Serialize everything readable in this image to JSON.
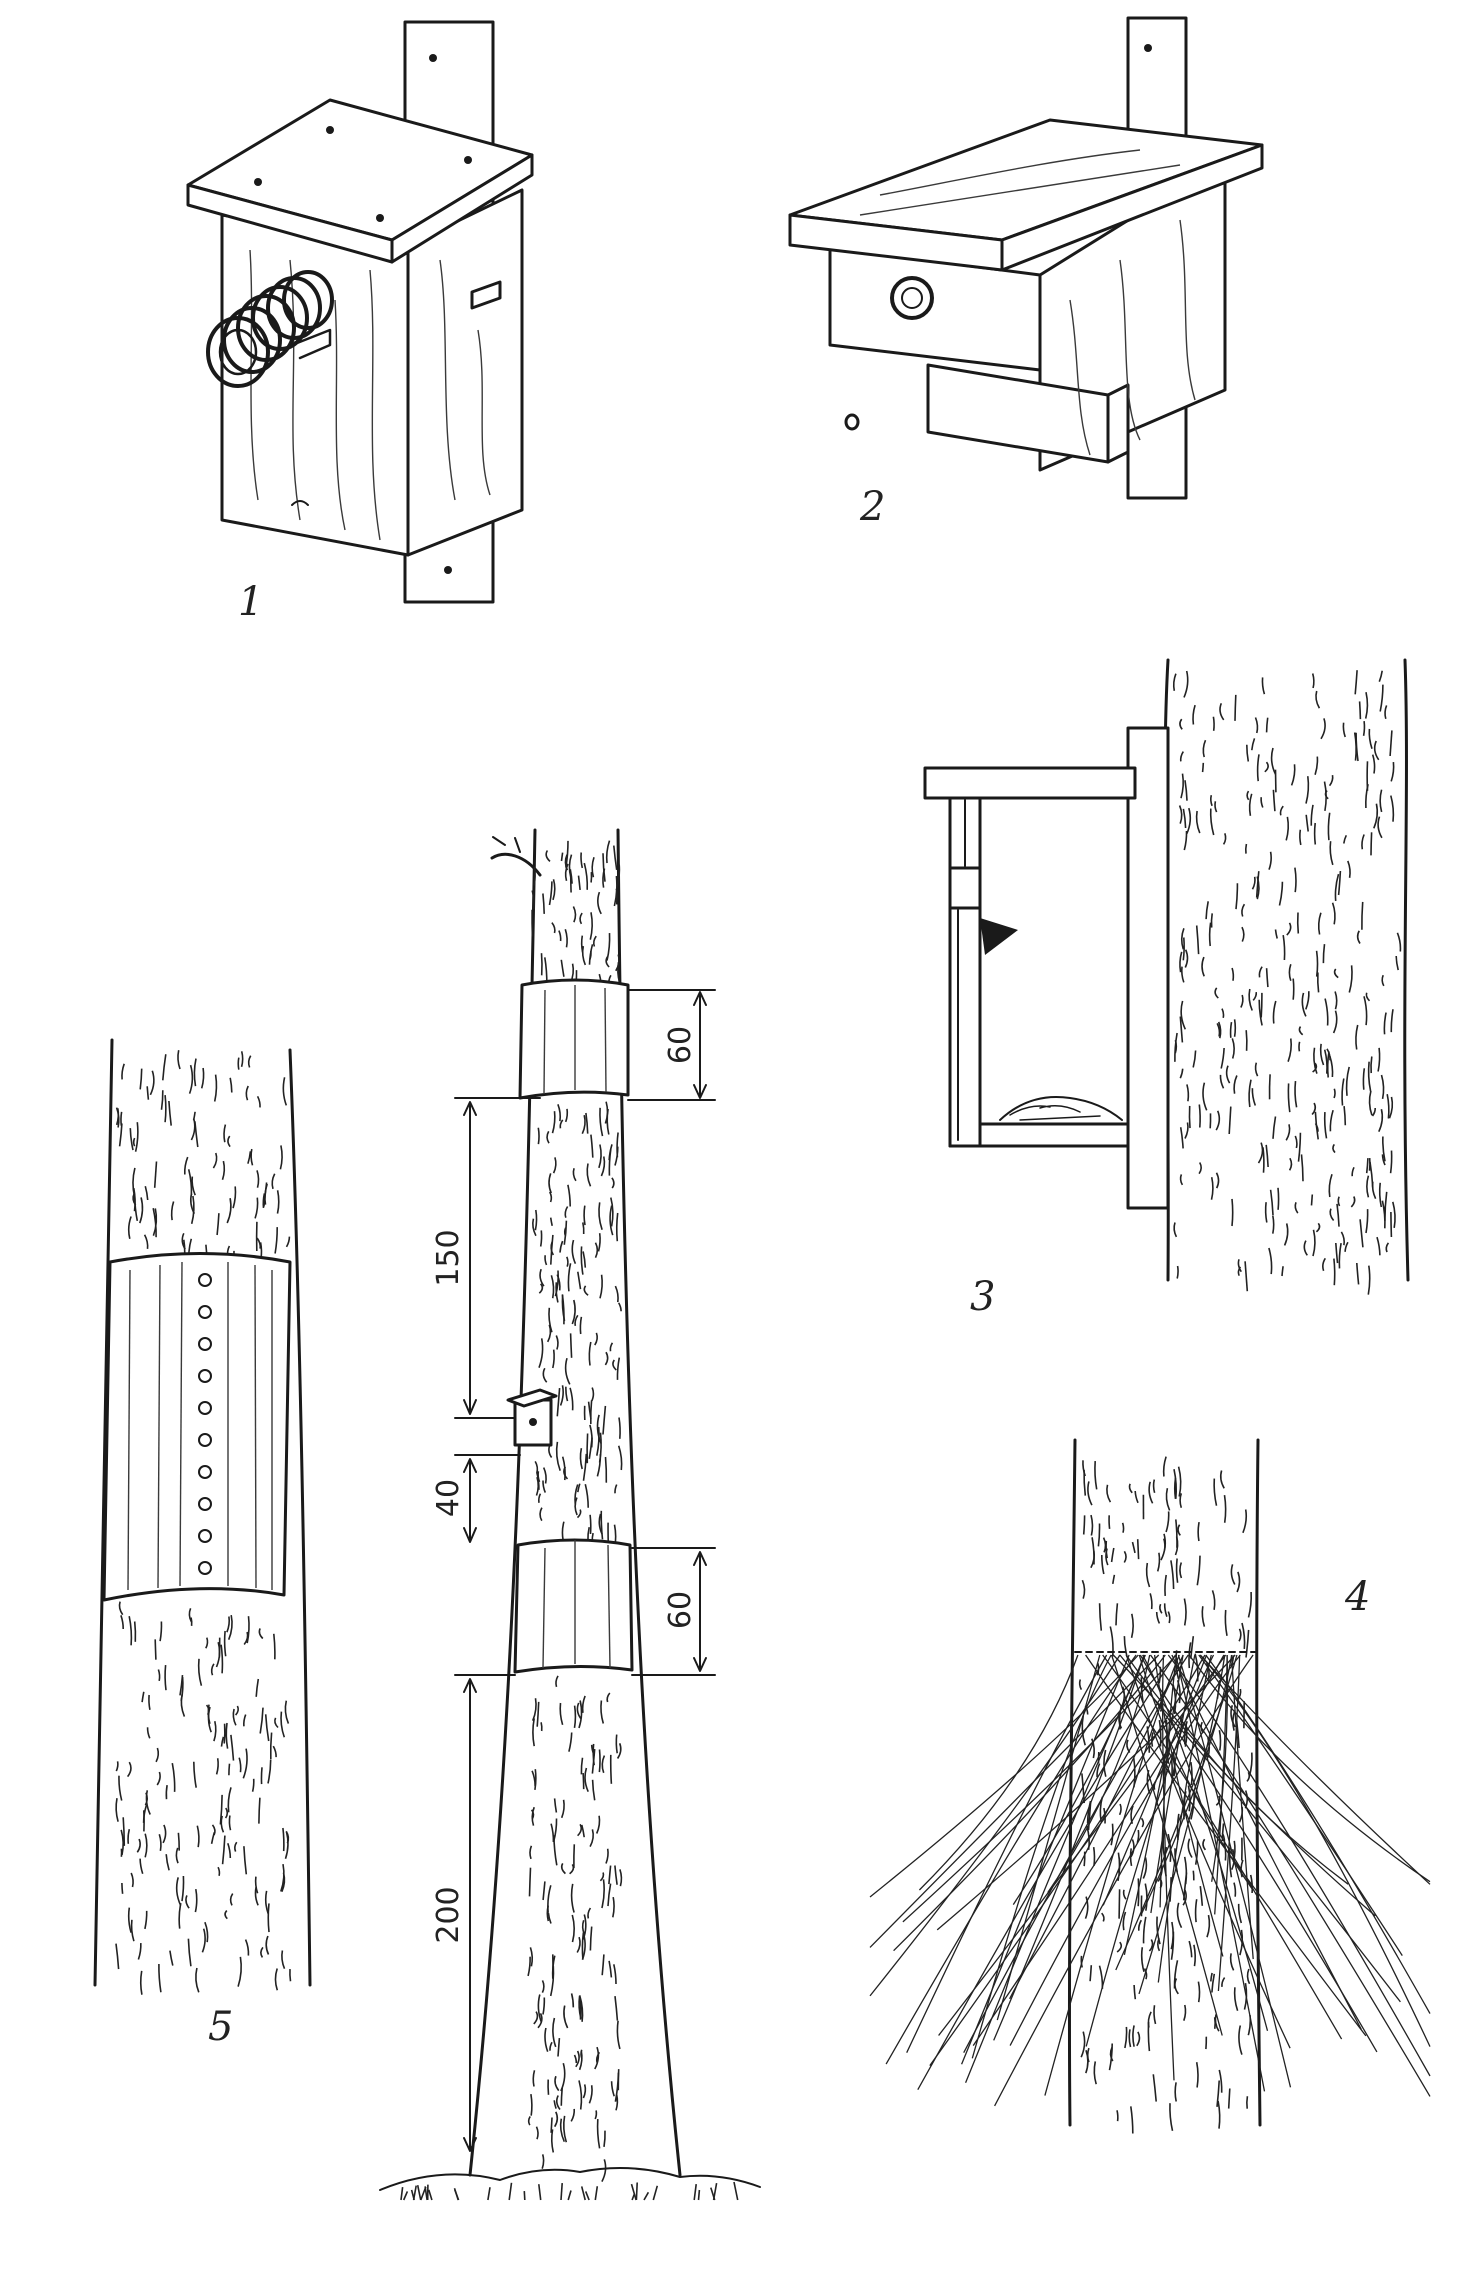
{
  "figure_labels": {
    "fig1": "1",
    "fig2": "2",
    "fig3": "3",
    "fig4": "4",
    "fig5": "5"
  },
  "dimensions": {
    "d1": "60",
    "d2": "150",
    "d3": "40",
    "d4": "60",
    "d5": "200"
  }
}
